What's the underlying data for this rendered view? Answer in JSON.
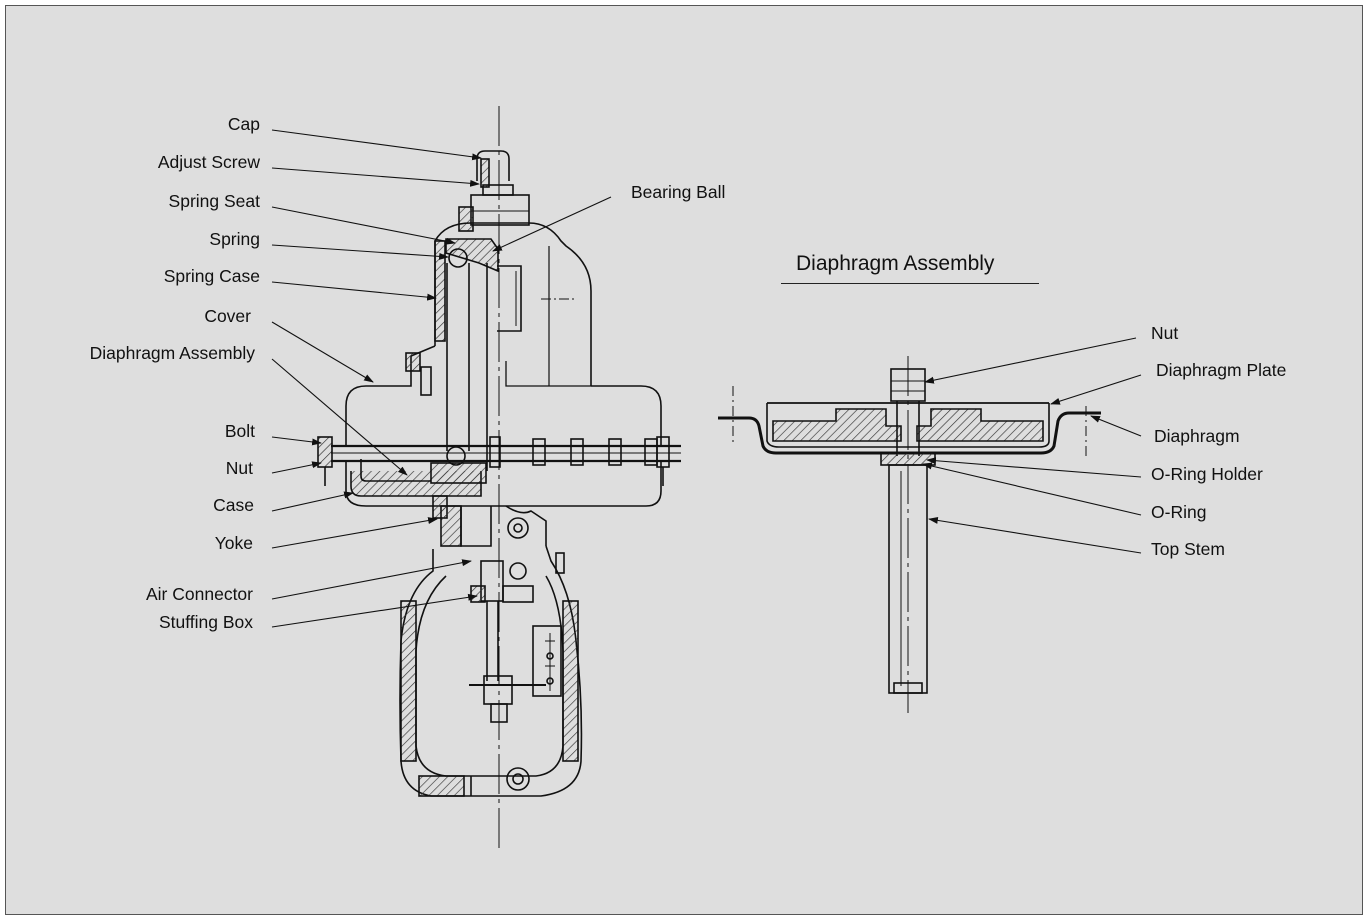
{
  "actuator_labels": {
    "cap": "Cap",
    "adjust_screw": "Adjust Screw",
    "spring_seat": "Spring Seat",
    "spring": "Spring",
    "spring_case": "Spring Case",
    "cover": "Cover",
    "diaphragm_assembly": "Diaphragm Assembly",
    "bolt": "Bolt",
    "nut": "Nut",
    "case": "Case",
    "yoke": "Yoke",
    "air_connector": "Air Connector",
    "stuffing_box": "Stuffing Box",
    "bearing_ball": "Bearing Ball"
  },
  "assembly_section": {
    "title": "Diaphragm Assembly",
    "labels": {
      "nut": "Nut",
      "diaphragm_plate": "Diaphragm Plate",
      "diaphragm": "Diaphragm",
      "oring_holder": "O-Ring Holder",
      "oring": "O-Ring",
      "top_stem": "Top Stem"
    }
  },
  "colors": {
    "background": "#dedede",
    "line": "#111111",
    "hatch": "#333333"
  }
}
